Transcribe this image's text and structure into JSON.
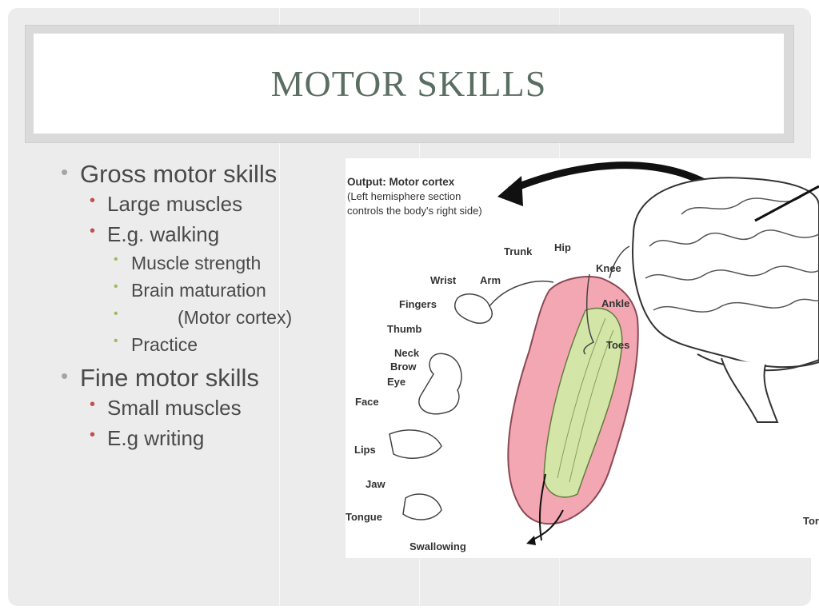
{
  "slide": {
    "title": "MOTOR SKILLS"
  },
  "bullets": {
    "gross": "Gross motor skills",
    "large_muscles": "Large muscles",
    "walking": "E.g. walking",
    "muscle_strength": "Muscle strength",
    "brain_maturation": "Brain maturation",
    "motor_cortex": "(Motor cortex)",
    "practice": "Practice",
    "fine": "Fine motor skills",
    "small_muscles": "Small muscles",
    "writing": "E.g writing"
  },
  "diagram": {
    "output_title": "Output: Motor cortex",
    "output_line2": "(Left hemisphere section",
    "output_line3": "controls the body's right side)",
    "labels": {
      "trunk": "Trunk",
      "hip": "Hip",
      "knee": "Knee",
      "wrist": "Wrist",
      "arm": "Arm",
      "ankle": "Ankle",
      "fingers": "Fingers",
      "thumb": "Thumb",
      "toes": "Toes",
      "neck": "Neck",
      "brow": "Brow",
      "eye": "Eye",
      "face": "Face",
      "lips": "Lips",
      "jaw": "Jaw",
      "tongue": "Tongue",
      "swallowing": "Swallowing",
      "tor": "Tor"
    }
  },
  "colors": {
    "title": "#5b6e63",
    "bullet_l1": "#a5a5a5",
    "bullet_l2": "#c0504d",
    "bullet_l3": "#9bbb59",
    "cortex_pink": "#f2a7b3",
    "cortex_green": "#d3e6a8"
  }
}
